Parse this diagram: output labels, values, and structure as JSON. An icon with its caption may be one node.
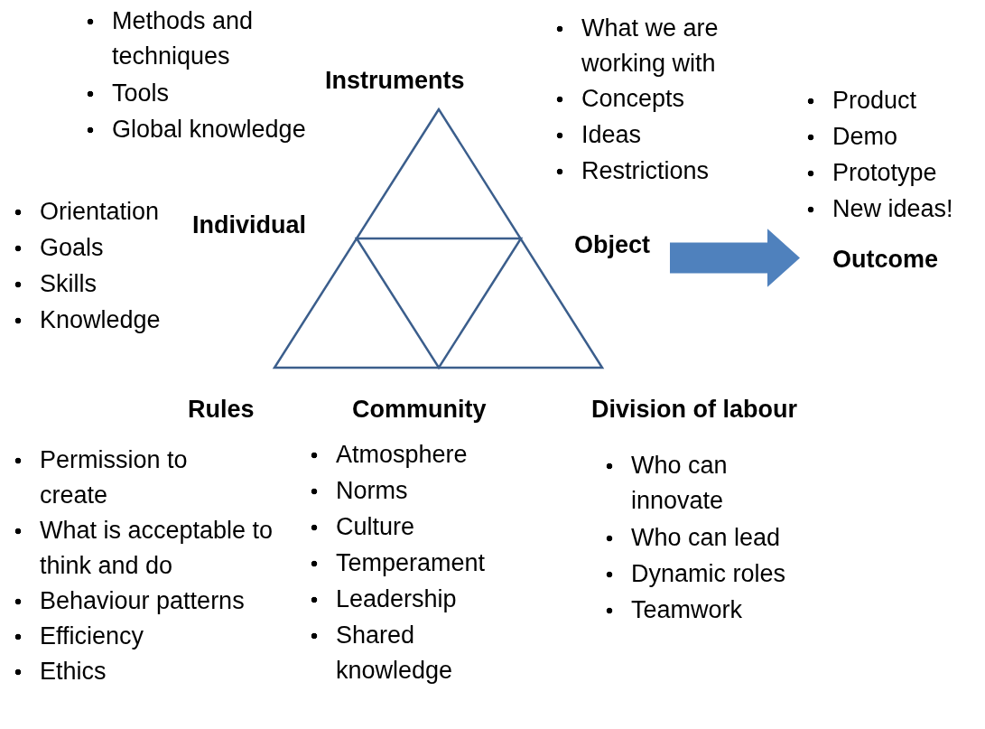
{
  "diagram": {
    "nodes": [
      {
        "text": [
          "Object"
        ],
        "beside": [
          "What we are working with",
          "Concepts",
          "Ideas",
          "Restrictions"
        ]
      },
      {
        "text": [
          "Outcome"
        ],
        "beside": [
          "Product",
          "Demo",
          "Prototype",
          "New ideas!"
        ]
      }
    ],
    "edges": [
      {
        "from": 0,
        "to": 1,
        "arrow": "to"
      }
    ],
    "labels": [
      "Methods and techniques",
      "Tools",
      "Global knowledge",
      "Instruments",
      "Orientation",
      "Goals",
      "Skills",
      "Knowledge",
      "Individual",
      "Rules",
      "Community",
      "Division of labour",
      "Permission to create",
      "What is acceptable to think and do",
      "Behaviour patterns",
      "Efficiency",
      "Ethics",
      "Atmosphere",
      "Norms",
      "Culture",
      "Temperament",
      "Leadership",
      "Shared knowledge",
      "Who can innovate",
      "Who can lead",
      "Dynamic roles",
      "Teamwork"
    ]
  }
}
